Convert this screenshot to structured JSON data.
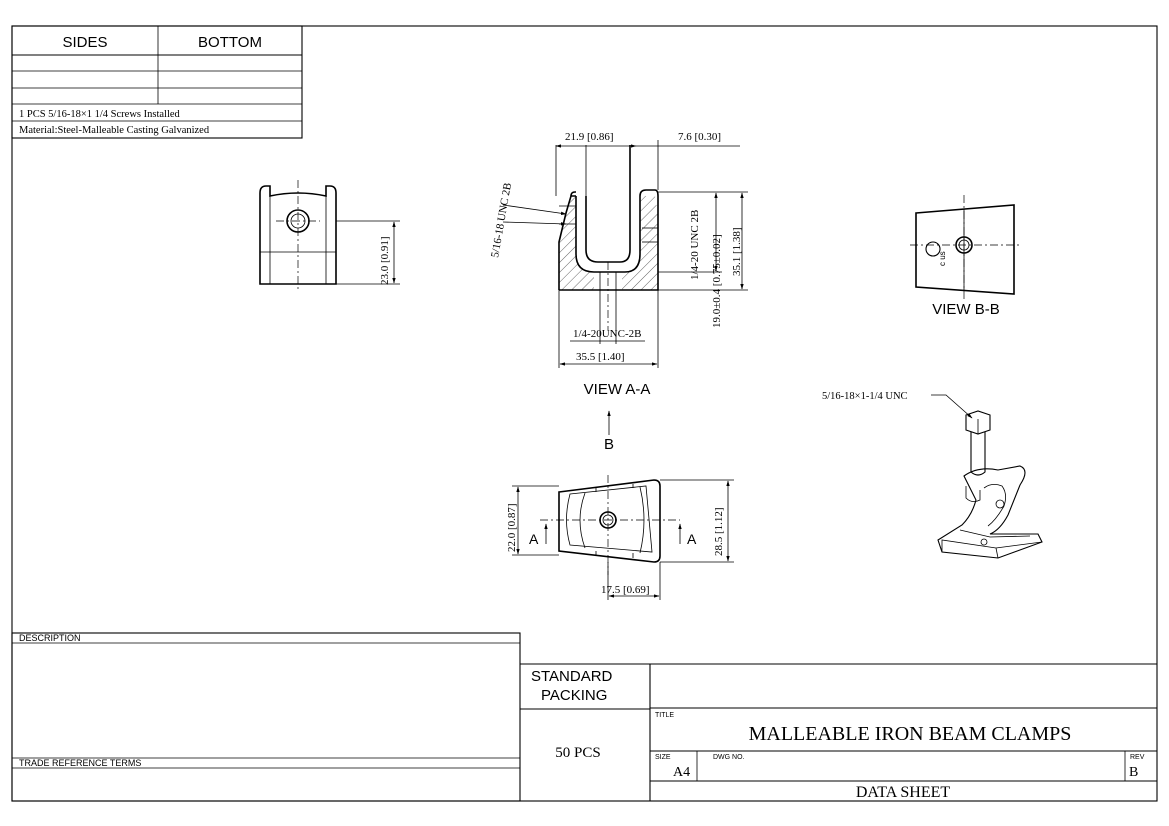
{
  "spec_table": {
    "col_sides": "SIDES",
    "col_bottom": "BOTTOM",
    "note_screws": "1 PCS 5/16-18×1 1/4 Screws Installed",
    "note_material": "Material:Steel-Malleable Casting Galvanized"
  },
  "side_view": {
    "dim_height": "23.0 [0.91]"
  },
  "view_aa": {
    "caption": "VIEW A-A",
    "dim_inner_width": "21.9 [0.86]",
    "dim_wall": "7.6 [0.30]",
    "callout_side_thread": "5/16-18 UNC 2B",
    "callout_inner_thread": "1/4-20 UNC 2B",
    "dim_depth": "19.0±0.4 [0.75±0.02]",
    "dim_height": "35.1 [1.38]",
    "callout_bottom_thread": "1/4-20UNC-2B",
    "dim_width": "35.5 [1.40]"
  },
  "view_arrow": {
    "label": "B"
  },
  "bottom_view": {
    "dim_left": "22.0 [0.87]",
    "dim_right": "28.5 [1.12]",
    "dim_bottom": "17.5 [0.69]",
    "section_mark_left": "A",
    "section_mark_right": "A"
  },
  "view_bb": {
    "caption": "VIEW B-B",
    "mark_text": "c us"
  },
  "iso_view": {
    "callout_bolt": "5/16-18×1-1/4 UNC"
  },
  "title_block": {
    "description_label": "DESCRIPTION",
    "trade_terms_label": "TRADE REFERENCE TERMS",
    "standard_packing": "STANDARD PACKING",
    "pcs": "50 PCS",
    "title_label": "TITLE",
    "title": "MALLEABLE IRON BEAM CLAMPS",
    "size_label": "SIZE",
    "size_value": "A4",
    "dwg_label": "DWG NO.",
    "rev_label": "REV",
    "rev_value": "B",
    "data_sheet": "DATA SHEET"
  }
}
